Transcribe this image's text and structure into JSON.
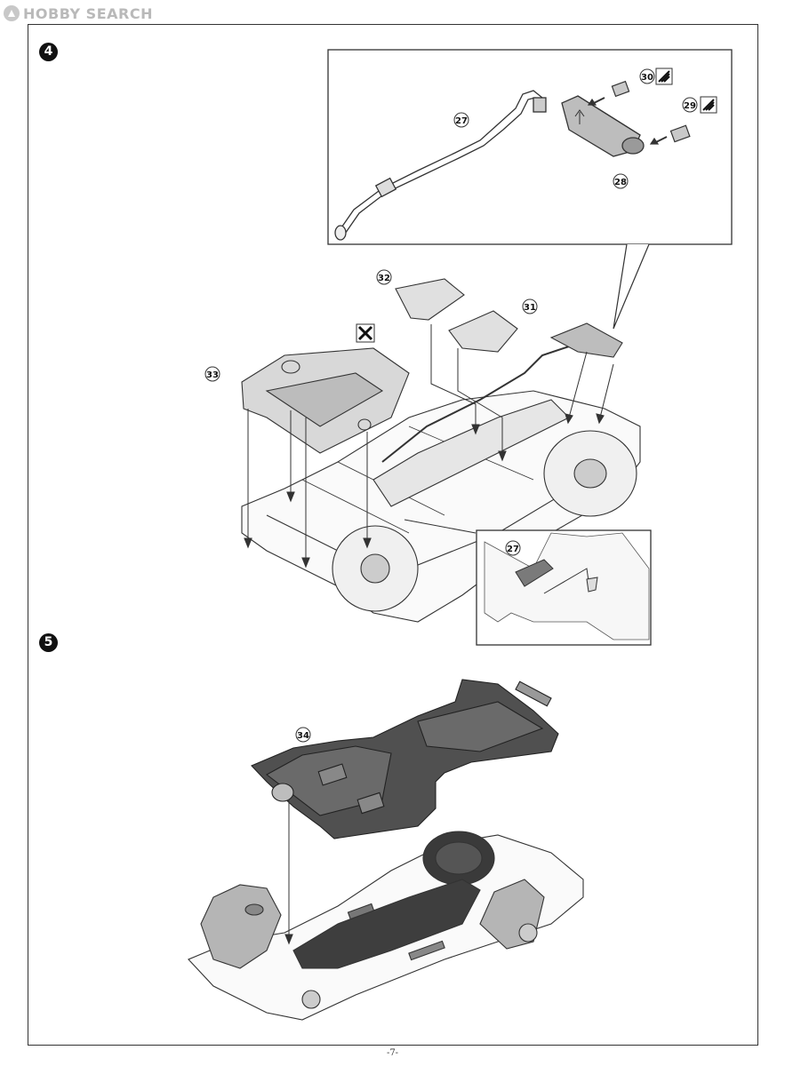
{
  "watermark": {
    "text": "HOBBY SEARCH",
    "logo_color": "#c8c8c8"
  },
  "steps": [
    {
      "number": "4"
    },
    {
      "number": "5"
    }
  ],
  "parts": {
    "p27": "27",
    "p28": "28",
    "p29": "29",
    "p30": "30",
    "p31": "31",
    "p32": "32",
    "p33": "33",
    "p34": "34",
    "p27_detail": "27"
  },
  "icons": {
    "paint_marker": "paint-marker-icon",
    "cross_marker": "do-not-glue-icon"
  },
  "page_number": "-7-"
}
